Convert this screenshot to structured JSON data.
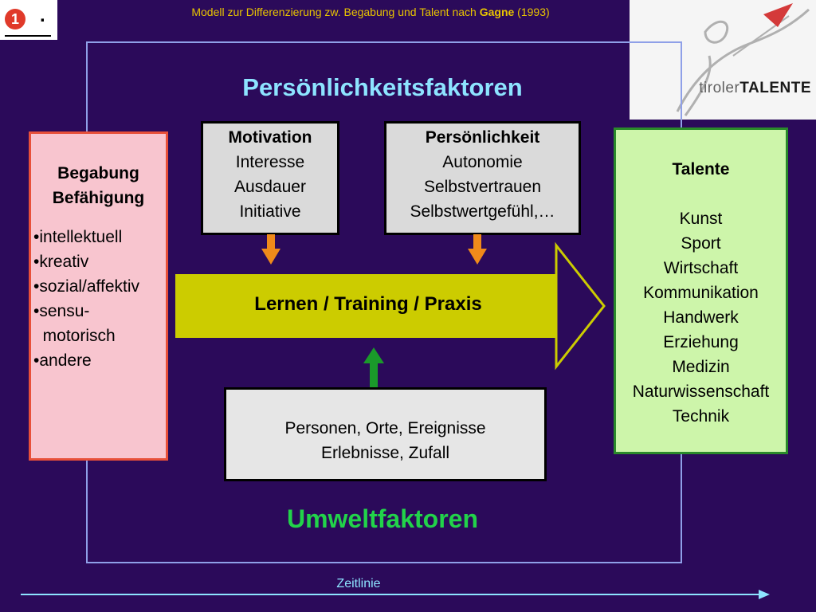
{
  "badge": {
    "number": "1",
    "dot": "."
  },
  "caption": {
    "prefix": "Modell zur Differenzierung zw. Begabung und Talent nach ",
    "author": "Gagne",
    "year": " (1993)"
  },
  "logo": {
    "text_light": "tiroler",
    "text_bold": "TALENTE"
  },
  "titles": {
    "personality": "Persönlichkeitsfaktoren",
    "environment": "Umweltfaktoren"
  },
  "begabung": {
    "heading_1": "Begabung",
    "heading_2": "Befähigung",
    "items": [
      "•intellektuell",
      "•kreativ",
      "•sozial/affektiv",
      "•sensu-",
      "  motorisch",
      "•andere"
    ]
  },
  "motivation": {
    "heading": "Motivation",
    "items": [
      "Interesse",
      "Ausdauer",
      "Initiative"
    ]
  },
  "persoenlichkeit": {
    "heading": "Persönlichkeit",
    "items": [
      "Autonomie",
      "Selbstvertrauen",
      "Selbstwertgefühl,…"
    ]
  },
  "process": {
    "label": "Lernen / Training / Praxis"
  },
  "umwelt_box": {
    "lines": [
      "Personen, Orte, Ereignisse",
      "Erlebnisse, Zufall"
    ]
  },
  "talente": {
    "heading": "Talente",
    "items": [
      "Kunst",
      "Sport",
      "Wirtschaft",
      "Kommunikation",
      "Handwerk",
      "Erziehung",
      "Medizin",
      "Naturwissenschaft",
      "Technik"
    ]
  },
  "timeline": {
    "label": "Zeitlinie"
  },
  "colors": {
    "background": "#2b0a5a",
    "frame": "#8fa0e8",
    "title_personality": "#8de4ff",
    "title_environment": "#22d34a",
    "begabung_fill": "#f8c5cf",
    "begabung_border": "#e8503a",
    "talente_fill": "#cdf5aa",
    "talente_border": "#2a8a2a",
    "process_arrow": "#cccc00",
    "down_arrows": "#f08a1a",
    "up_arrow": "#1a9a2a"
  }
}
